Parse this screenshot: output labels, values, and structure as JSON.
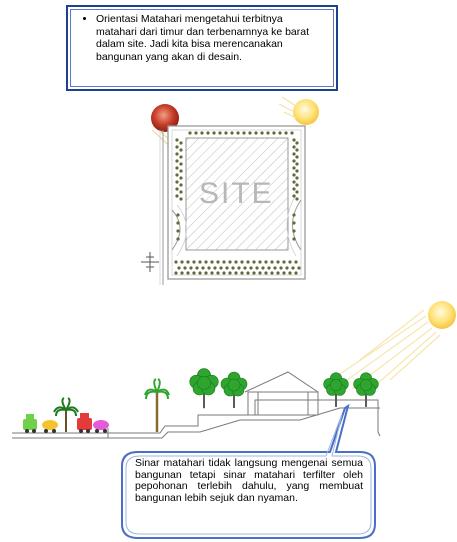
{
  "top_note": {
    "text": "Orientasi Matahari mengetahui terbitnya matahari dari timur dan terbenamnya ke barat dalam site. Jadi kita bisa merencanakan bangunan yang akan di desain."
  },
  "site_plan": {
    "label": "SITE"
  },
  "bottom_note": {
    "text": "Sinar matahari tidak langsung mengenai semua bangunan tetapi sinar matahari terfilter oleh pepohonan terlebih dahulu, yang membuat bangunan lebih sejuk dan nyaman."
  },
  "colors": {
    "note_border": "#1f3f8f",
    "sun_red": "#c0392b",
    "sun_yellow": "#ffd84a",
    "tree_green": "#2ea52e",
    "callout_border": "#4a6fc4"
  },
  "icons": [
    "sunrise-sun-icon",
    "sunset-sun-icon",
    "north-arrow-icon",
    "palm-tree-icon",
    "tree-icon",
    "car-icon",
    "house-icon"
  ]
}
